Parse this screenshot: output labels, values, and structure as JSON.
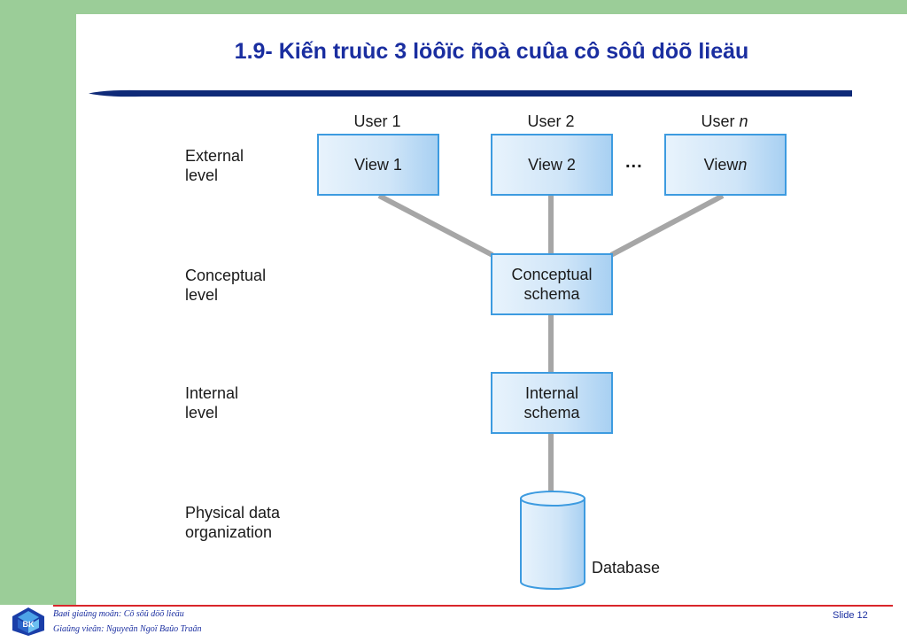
{
  "slide": {
    "title": "1.9- Kiến truùc 3 löôïc ñoà cuûa cô sôû döõ lieäu"
  },
  "diagram": {
    "users": [
      "User 1",
      "User 2",
      "User n"
    ],
    "views": [
      "View 1",
      "View 2",
      "View n"
    ],
    "ellipsis": "...",
    "levels": {
      "external": "External\nlevel",
      "conceptual": "Conceptual\nlevel",
      "internal": "Internal\nlevel",
      "physical": "Physical data\norganization"
    },
    "conceptual_schema": "Conceptual\nschema",
    "internal_schema": "Internal\nschema",
    "database": "Database",
    "colors": {
      "box_border": "#3d9be0",
      "connector": "#a6a6a6",
      "title": "#1a2ea0"
    }
  },
  "footer": {
    "course": "Baøi giaûng moân: Cô sôû döõ lieäu",
    "lecturer": "Giaûng vieân: Nguyeãn Ngoï Baûo Traân",
    "slide_number": "Slide 12",
    "logo_text": "BK"
  }
}
